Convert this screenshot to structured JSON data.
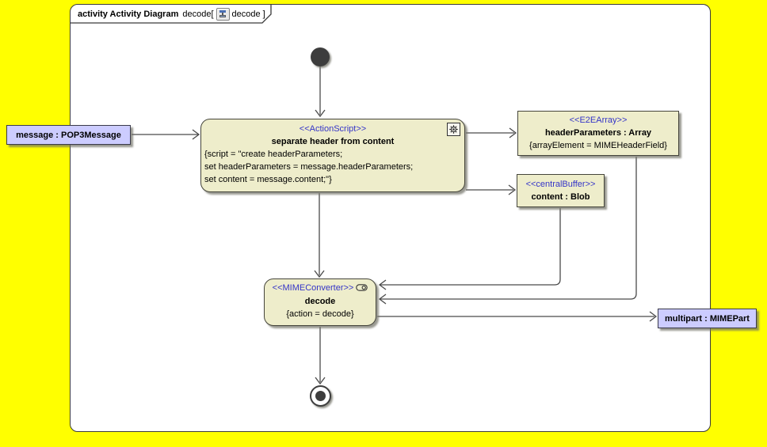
{
  "colors": {
    "background": "#FFFF00",
    "frame_fill": "#FFFFFF",
    "node_fill": "#EEEDCB",
    "node_border": "#45453B",
    "stereotype_text": "#3434C8",
    "object_node_fill": "#CCCCFF",
    "edge": "#4A4A4A"
  },
  "frame": {
    "title_bold": "activity Activity Diagram",
    "title_name": "decode[",
    "title_ref": "decode ]"
  },
  "nodes": {
    "separate": {
      "stereotype": "<<ActionScript>>",
      "name": "separate header from content",
      "body_lines": [
        "{script = \"create headerParameters;",
        "set headerParameters = message.headerParameters;",
        "set content = message.content;\"}"
      ]
    },
    "header_parameters": {
      "stereotype": "<<E2EArray>>",
      "name": "headerParameters : Array",
      "constraint": "{arrayElement = MIMEHeaderField}"
    },
    "content": {
      "stereotype": "<<centralBuffer>>",
      "name": "content : Blob"
    },
    "decode": {
      "stereotype": "<<MIMEConverter>>",
      "name": "decode",
      "constraint": "{action = decode}"
    }
  },
  "object_labels": {
    "message": "message : POP3Message",
    "multipart": "multipart : MIMEPart"
  }
}
